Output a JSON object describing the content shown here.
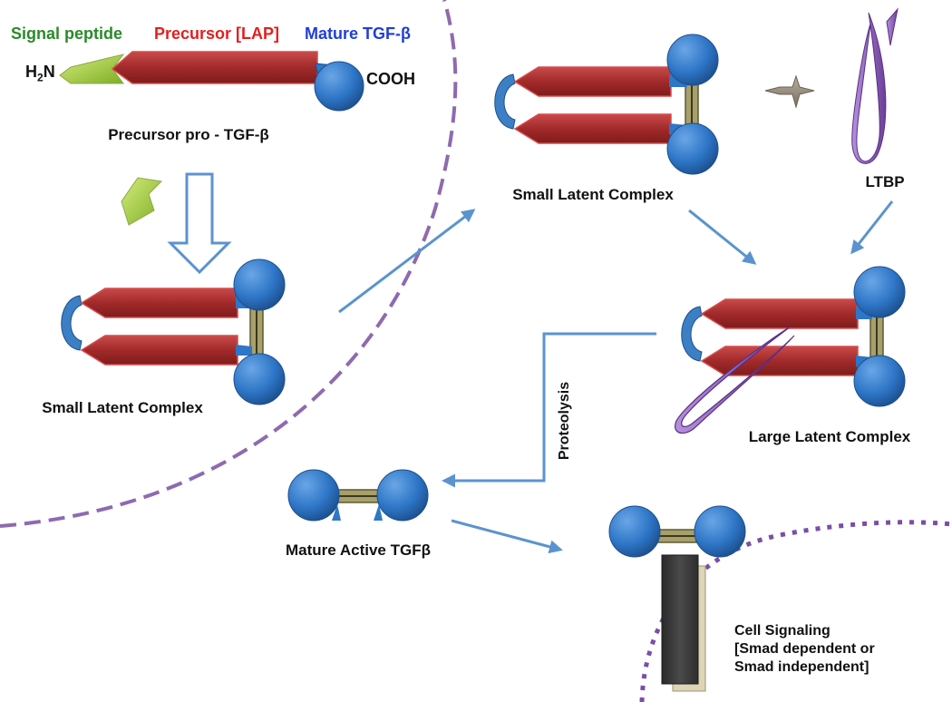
{
  "header": {
    "signal_peptide": "Signal peptide",
    "precursor": "Precursor [LAP]",
    "mature": "Mature TGF-β"
  },
  "terminals": {
    "amino_prefix": "H",
    "amino_sub": "2",
    "amino_suffix": "N",
    "carboxyl": "COOH"
  },
  "labels": {
    "precursor_pro": "Precursor pro - TGF-β",
    "slc_left": "Small Latent Complex",
    "slc_top": "Small Latent Complex",
    "ltbp": "LTBP",
    "llc": "Large  Latent  Complex",
    "proteolysis": "Proteolysis",
    "mature_active": "Mature Active TGFβ",
    "cell_signaling": "Cell Signaling\n[Smad dependent or\nSmad independent]"
  },
  "colors": {
    "signal_peptide": "#2a8a2a",
    "precursor": "#e02020",
    "mature": "#1f3fd8",
    "lap_fill": "#a52c2c",
    "ball_fill": "#2e76c7",
    "linker": "#a7a06a",
    "ltbp": "#8a5bb8",
    "arrow": "#5b93cf",
    "membrane": "#8e6ab0",
    "receptor_dark": "#3e3e3e",
    "receptor_light": "#dcd6b6"
  }
}
